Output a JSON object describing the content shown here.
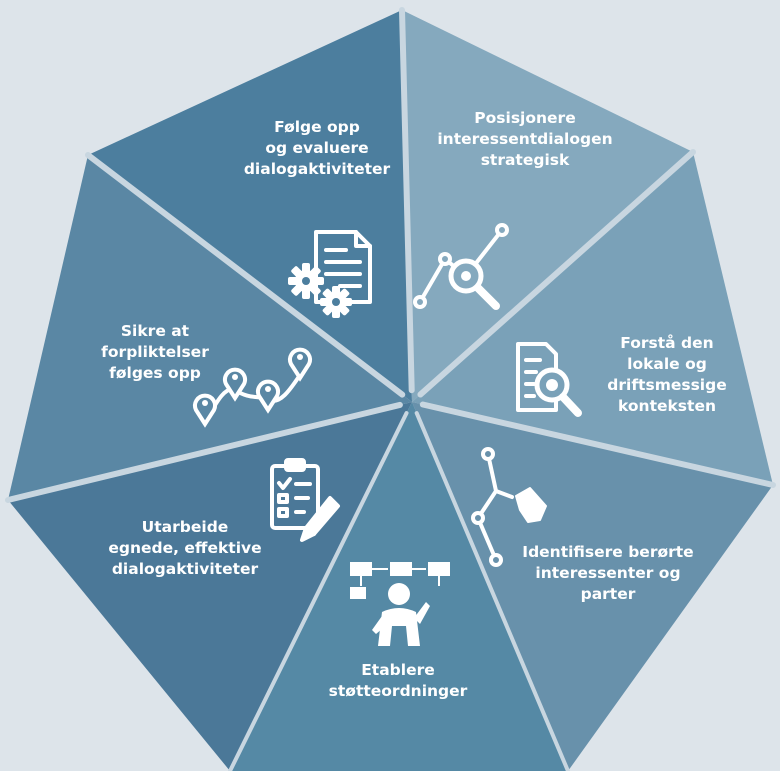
{
  "diagram": {
    "background": "#dde4ea",
    "segments": [
      {
        "id": "follow-up",
        "label": "Følge opp\nog evaluere\ndialogaktiviteter",
        "color": "#4c7e9e",
        "icon": "document-gears-icon"
      },
      {
        "id": "position",
        "label": "Posisjonere\ninteressentdialogen\nstrategisk",
        "color": "#85a9be",
        "icon": "network-magnifier-icon"
      },
      {
        "id": "understand",
        "label": "Forstå den\nlokale og\ndriftsmessige\nkonteksten",
        "color": "#7aa1b8",
        "icon": "document-search-icon"
      },
      {
        "id": "identify",
        "label": "Identifisere berørte\ninteressenter og\nparter",
        "color": "#6891ab",
        "icon": "network-hand-pointer-icon"
      },
      {
        "id": "establish",
        "label": "Etablere\nstøtteordninger",
        "color": "#5589a5",
        "icon": "person-flowchart-icon"
      },
      {
        "id": "prepare",
        "label": "Utarbeide\negnede, effektive\ndialogaktiviteter",
        "color": "#4b7898",
        "icon": "clipboard-checklist-icon"
      },
      {
        "id": "ensure",
        "label": "Sikre at\nforpliktelser\nfølges opp",
        "color": "#5a87a4",
        "icon": "map-pins-route-icon"
      }
    ]
  }
}
